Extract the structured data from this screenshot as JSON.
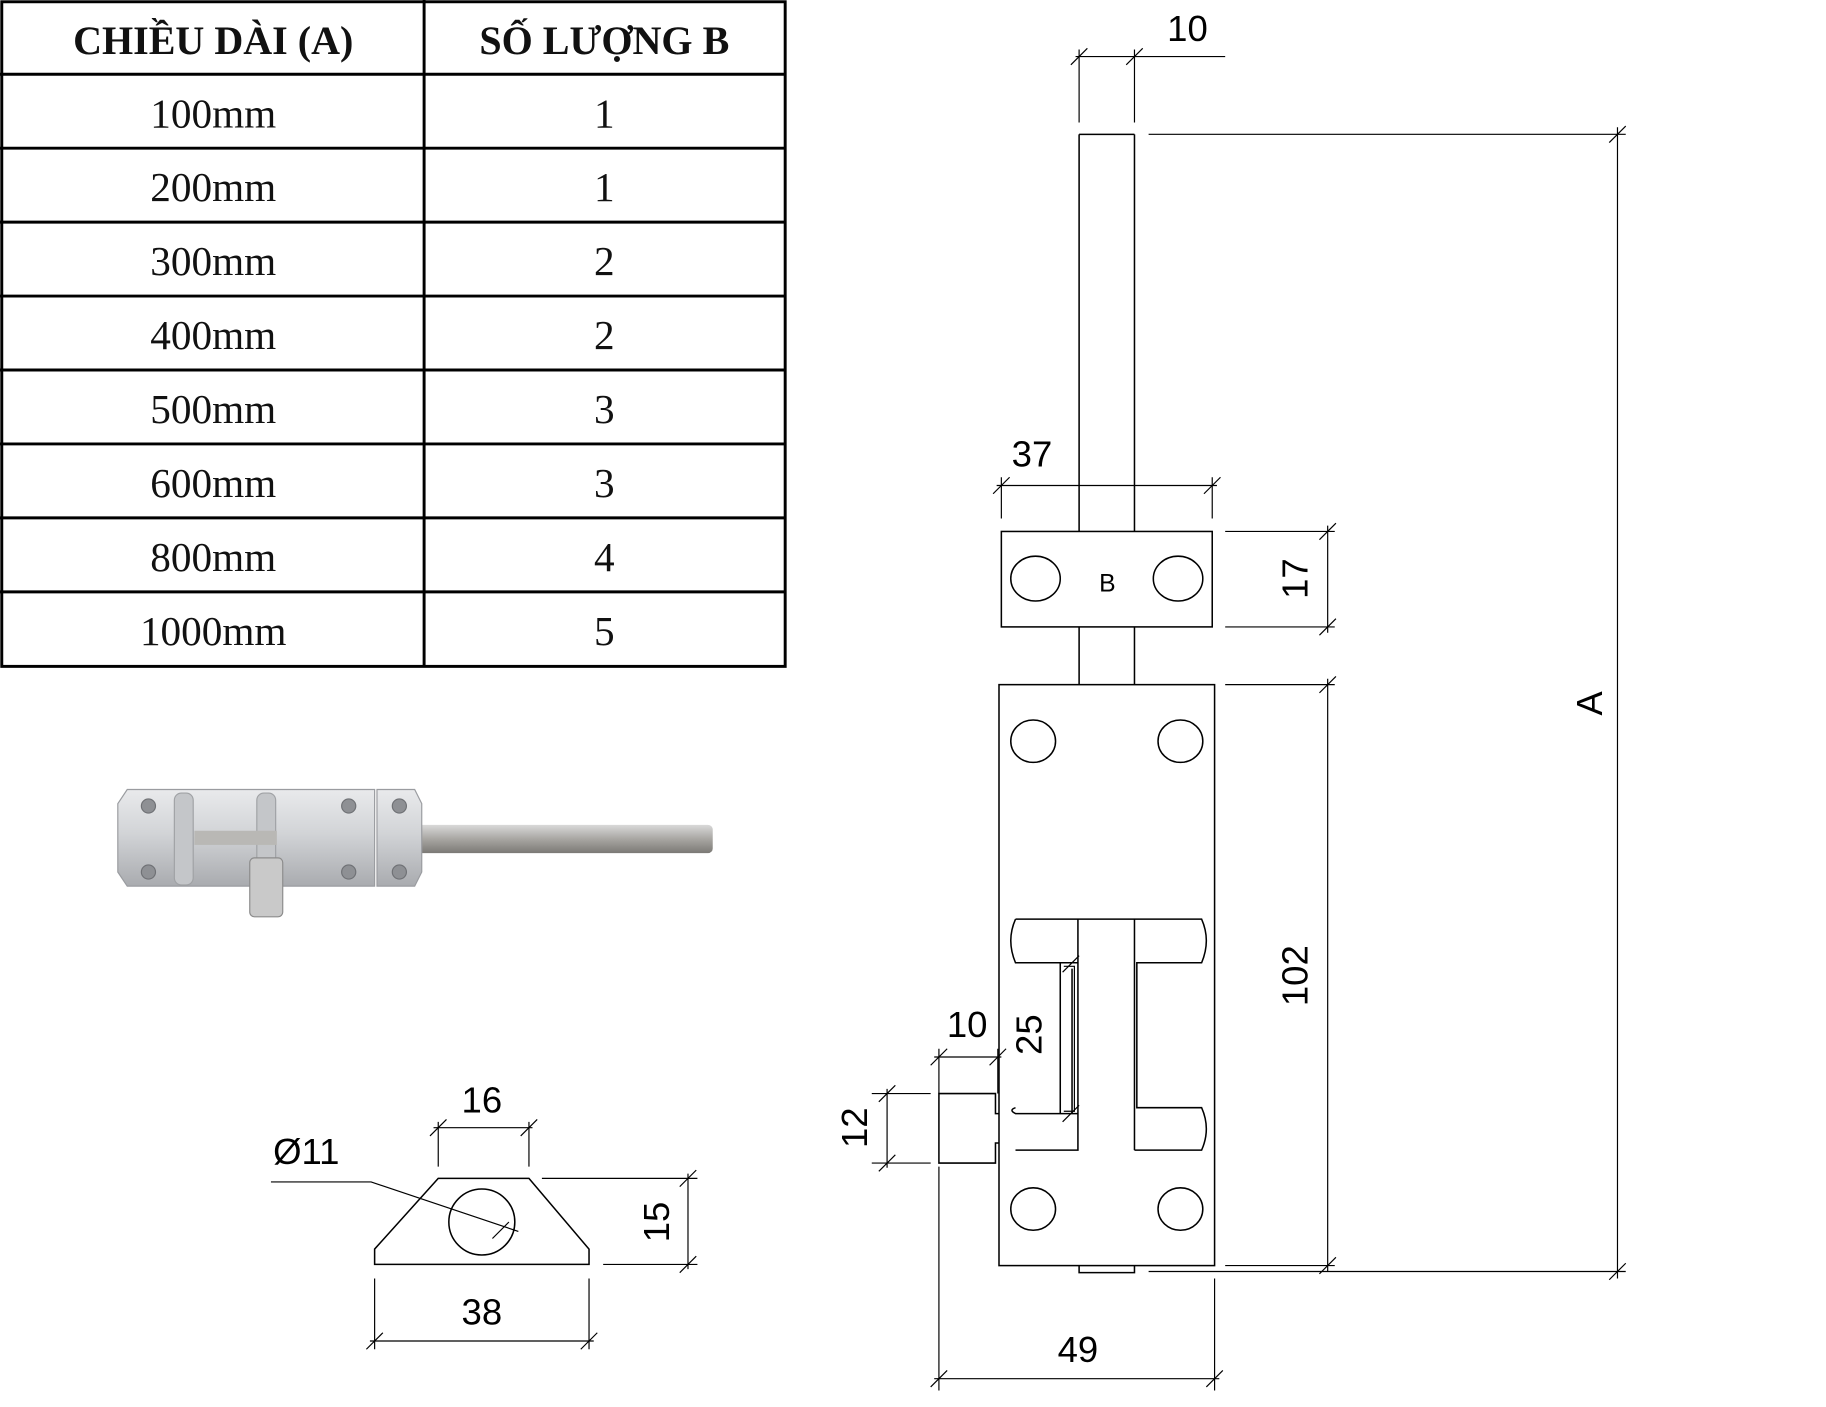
{
  "table": {
    "headers": [
      "CHIỀU DÀI (A)",
      "SỐ LƯỢNG B"
    ],
    "rows": [
      [
        "100mm",
        "1"
      ],
      [
        "200mm",
        "1"
      ],
      [
        "300mm",
        "2"
      ],
      [
        "400mm",
        "2"
      ],
      [
        "500mm",
        "3"
      ],
      [
        "600mm",
        "3"
      ],
      [
        "800mm",
        "4"
      ],
      [
        "1000mm",
        "5"
      ]
    ]
  },
  "drawing": {
    "rod_width": "10",
    "length_label": "A",
    "plate_width": "37",
    "plate_height": "17",
    "plate_label": "B",
    "body_height": "102",
    "knob_offset": "10",
    "slot_length": "25",
    "knob_height": "12",
    "body_width": "49"
  },
  "section": {
    "top_width": "16",
    "hole_diameter": "Ø11",
    "height": "15",
    "bottom_width": "38"
  }
}
